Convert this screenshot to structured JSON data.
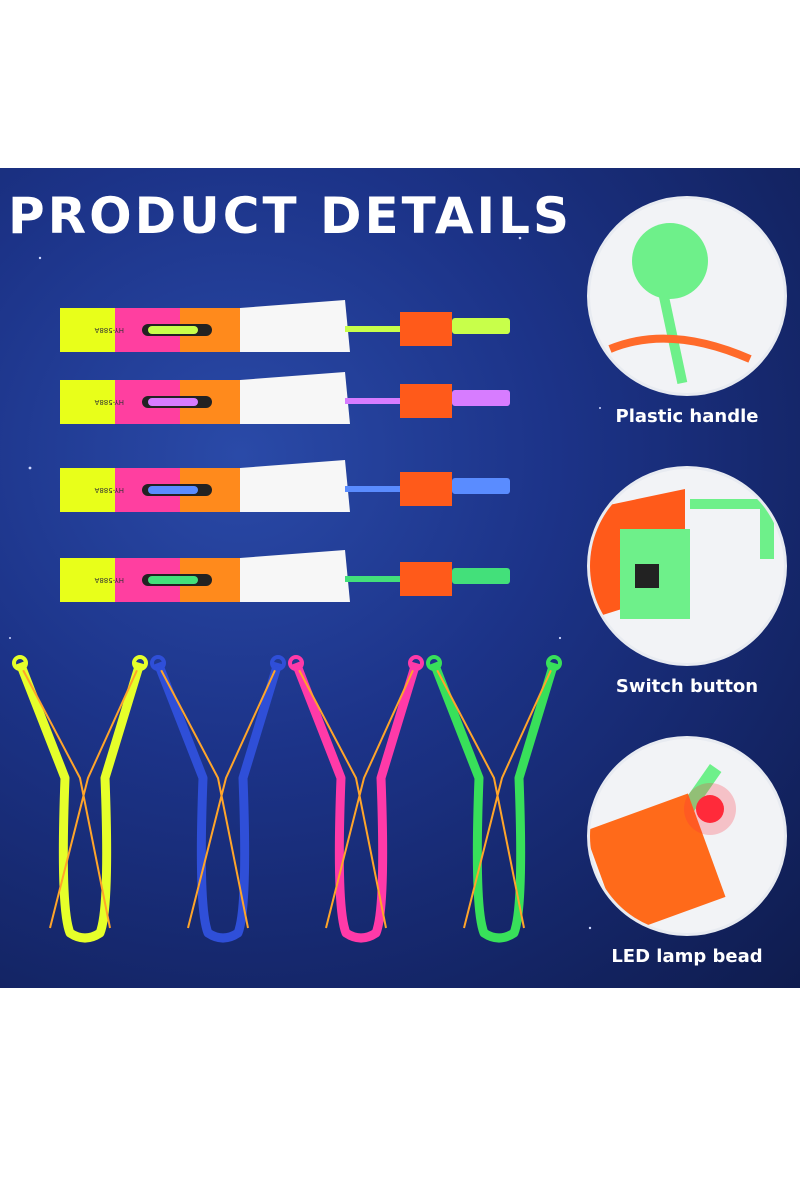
{
  "header": {
    "title": "PRODUCT DETAILS"
  },
  "copters": [
    {
      "color": "#c8ff4a",
      "model": "HY-588A"
    },
    {
      "color": "#d77cff",
      "model": "HY-588A"
    },
    {
      "color": "#5a8cff",
      "model": "HY-588A"
    },
    {
      "color": "#43e07a",
      "model": "HY-588A"
    }
  ],
  "slingshots": [
    {
      "color": "#e6ff2a"
    },
    {
      "color": "#2f4fd8"
    },
    {
      "color": "#ff3aa8"
    },
    {
      "color": "#38e05a"
    }
  ],
  "details": [
    {
      "label": "Plastic handle",
      "icon": "plastic-handle-icon"
    },
    {
      "label": "Switch button",
      "icon": "switch-button-icon"
    },
    {
      "label": "LED lamp bead",
      "icon": "led-lamp-bead-icon"
    }
  ],
  "colors": {
    "background": "#1c3388",
    "label_yellow": "#e8ff1a",
    "label_pink": "#ff3fa0",
    "label_orange": "#ff8a1c",
    "battery_orange": "#ff5a1a",
    "rubber_band": "#ffa52a"
  }
}
